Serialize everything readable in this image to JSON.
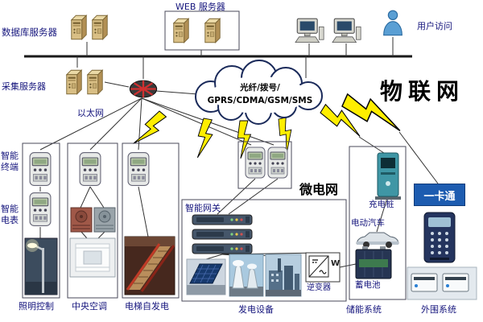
{
  "header": {
    "db_server": "数据库服务器",
    "web_server": "WEB 服务器",
    "user_access": "用户访问",
    "collect_server": "采集服务器",
    "ethernet": "以太网",
    "iot_title": "物联网",
    "cloud": {
      "line1": "光纤/拨号/",
      "line2": "GPRS/CDMA/GSM/SMS"
    }
  },
  "microgrid": {
    "title": "微电网",
    "left": {
      "smart_terminal": "智能终端",
      "smart_meter": "智能电表",
      "lighting": "照明控制",
      "hvac": "中央空调",
      "elevator": "电梯自发电"
    },
    "center": {
      "smart_gateway": "智能网关",
      "generation": "发电设备",
      "inverter": "逆变器",
      "inverter_w": "W"
    },
    "right": {
      "charging_pile": "充电桩",
      "ev": "电动汽车",
      "battery": "蓄电池",
      "storage": "储能系统",
      "peripheral": "外围系统",
      "onecard": "一卡通"
    }
  },
  "colors": {
    "lightning": "#ffee00",
    "cloud_stroke": "#1a2a5a",
    "label_blue": "#15157d",
    "onecard_bg": "#1d5cb0",
    "bus": "#1a1a1a"
  },
  "icons": {
    "server": "3d-server-box",
    "computer": "monitor-with-keyboard",
    "user": "person-silhouette",
    "ethernet_hub": "dark-hub-with-red-cross",
    "smart_meter": "white-meter-with-lcd",
    "gateway": "rackmount-gateway",
    "lightning_bolt": "yellow-zigzag-bolt",
    "cloud": "scalloped-network-cloud"
  }
}
